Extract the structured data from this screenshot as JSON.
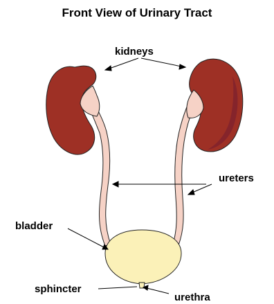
{
  "title": "Front View of Urinary Tract",
  "labels": {
    "kidneys": "kidneys",
    "ureters": "ureters",
    "bladder": "bladder",
    "sphincter": "sphincter",
    "urethra": "urethra"
  },
  "colors": {
    "kidney": "#9e3025",
    "kidney_shade": "#7a1f2e",
    "ureter": "#f6d2c6",
    "bladder": "#fbf1b8",
    "outline": "#222222",
    "background": "#ffffff"
  }
}
